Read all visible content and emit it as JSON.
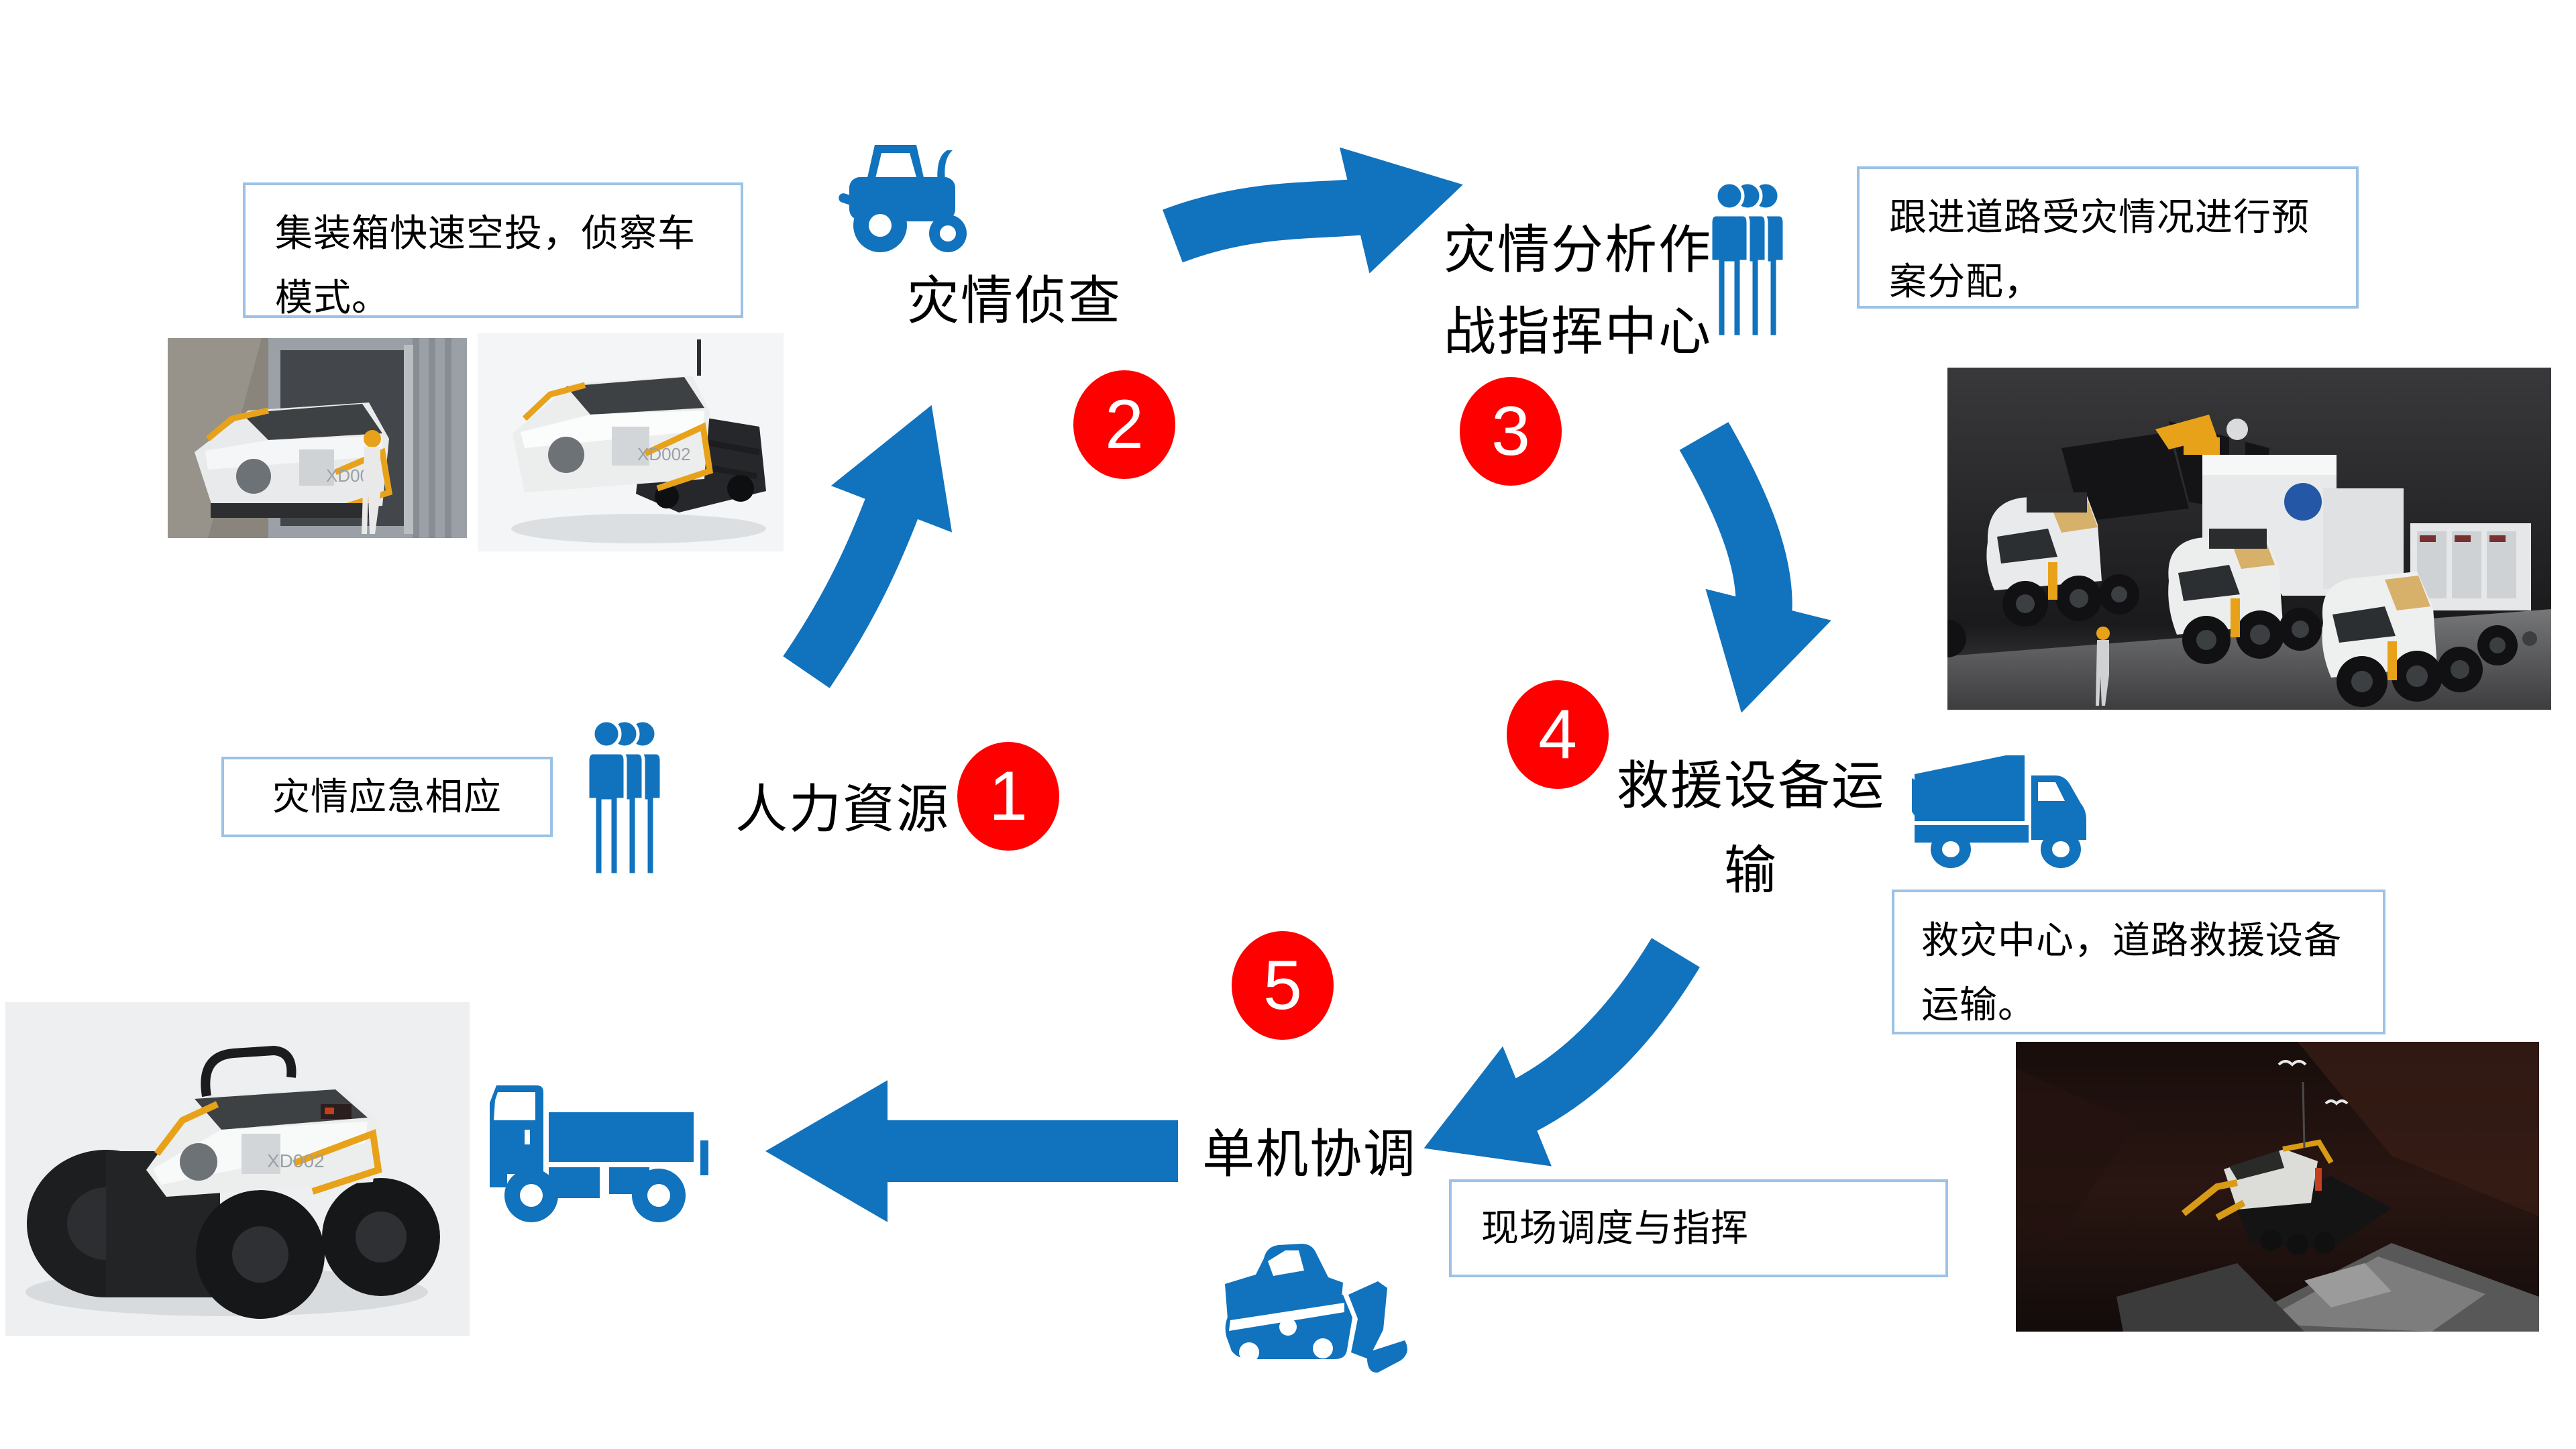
{
  "colors": {
    "accent_blue": "#1172BD",
    "note_border": "#9CC2E5",
    "badge_red": "#FE0000",
    "text": "#000000",
    "background": "#FFFFFF"
  },
  "flow": {
    "step1": {
      "num": "1",
      "label": "人力資源",
      "icon": "people-group-icon"
    },
    "step2": {
      "num": "2",
      "label": "灾情侦查",
      "icon": "tractor-icon"
    },
    "step3": {
      "num": "3",
      "label_line1": "灾情分析作",
      "label_line2": "战指挥中心",
      "icon": "people-group-icon"
    },
    "step4": {
      "num": "4",
      "label_line1": "救援设备运",
      "label_line2": "输",
      "icon": "dump-truck-icon"
    },
    "step5": {
      "num": "5",
      "label": "单机协调",
      "icon": "bulldozer-icon"
    }
  },
  "notes": {
    "airdrop": "集装箱快速空投，侦察车模式。",
    "emergency_response": "灾情应急相应",
    "plan_allocation": "跟进道路受灾情况进行预案分配，",
    "rescue_center": "救灾中心，道路救援设备运输。",
    "onsite_command": "现场调度与指挥"
  },
  "photos": {
    "vehicle_marking": "XD002"
  },
  "icons": {
    "tractor": "tractor-icon",
    "people_group": "people-group-icon",
    "dump_truck": "dump-truck-icon",
    "bulldozer": "bulldozer-icon",
    "flatbed_truck": "flatbed-truck-icon",
    "curved_arrow": "curved-arrow-icon",
    "straight_arrow": "left-arrow-icon"
  }
}
